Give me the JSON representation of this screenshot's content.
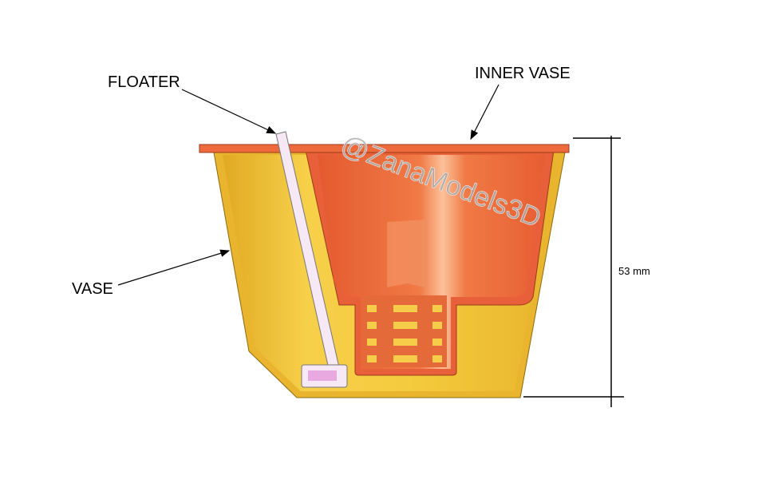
{
  "labels": {
    "floater": "FLOATER",
    "inner_vase": "INNER VASE",
    "vase": "VASE"
  },
  "dimension": {
    "height_label": "53 mm"
  },
  "watermark": "@ZanaModels3D",
  "colors": {
    "vase": "#f2c43a",
    "vase_dark": "#d9a822",
    "inner_vase": "#ee6a3c",
    "inner_vase_light": "#f7a070",
    "floater": "#f6e8f4"
  }
}
